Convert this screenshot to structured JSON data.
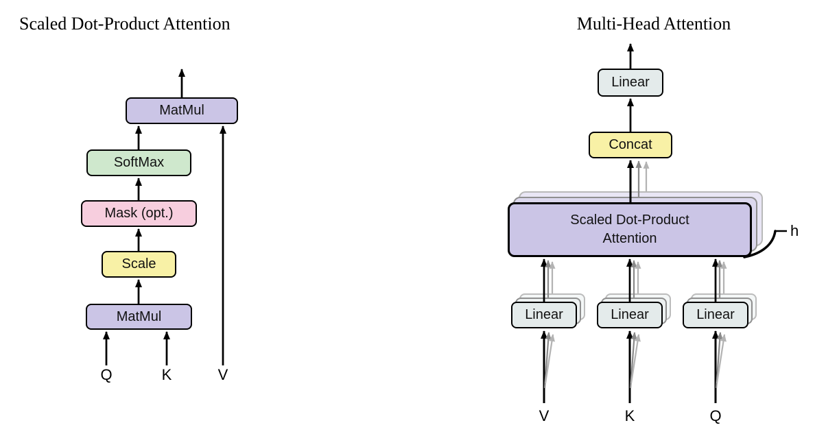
{
  "left_diagram": {
    "title": "Scaled Dot-Product Attention",
    "boxes": {
      "matmul_top": "MatMul",
      "softmax": "SoftMax",
      "mask": "Mask (opt.)",
      "scale": "Scale",
      "matmul_bottom": "MatMul"
    },
    "inputs": {
      "q": "Q",
      "k": "K",
      "v": "V"
    }
  },
  "right_diagram": {
    "title": "Multi-Head Attention",
    "boxes": {
      "linear_out": "Linear",
      "concat": "Concat",
      "attention_line1": "Scaled Dot-Product",
      "attention_line2": "Attention",
      "linear_v": "Linear",
      "linear_k": "Linear",
      "linear_q": "Linear"
    },
    "head_count_label": "h",
    "inputs": {
      "v": "V",
      "k": "K",
      "q": "Q"
    }
  },
  "colors": {
    "purple_box": "#cbc5e6",
    "green_box": "#cfe8cd",
    "pink_box": "#f7cede",
    "yellow_box": "#f8f1a6",
    "gray_box": "#e4ebeb",
    "border": "#000000",
    "stack_border_near": "#8f8f8f",
    "stack_border_far": "#b9b9b9",
    "arrow_black": "#000000",
    "arrow_gray": "#8a8a8a",
    "arrow_light_gray": "#b3b3b3",
    "background": "#ffffff"
  }
}
